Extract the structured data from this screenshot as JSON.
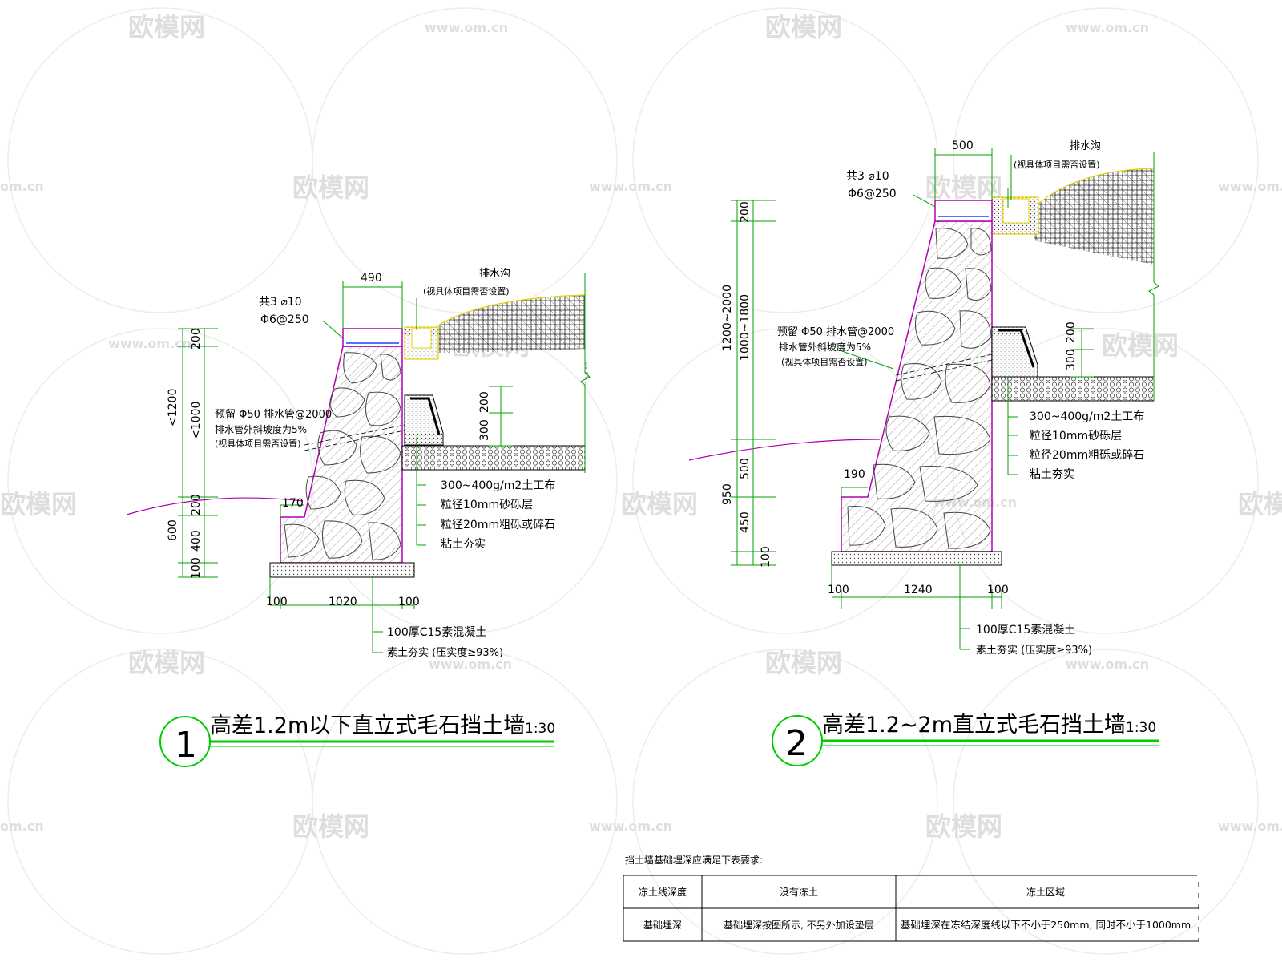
{
  "watermark": {
    "brand": "欧模网",
    "url": "www.om.cn",
    "url_short": "om.cn"
  },
  "colors": {
    "wall_outline": "#b000b0",
    "dim_line": "#00a000",
    "title_underline": "#00cc00",
    "fill_yellow": "#e6d200",
    "ink": "#000000"
  },
  "drawing1": {
    "top_width": "490",
    "rebar_main": "共3 ⌀10",
    "rebar_stirrup": "Φ6@250",
    "drain_ditch": "排水沟",
    "drain_note": "(视具体项目需否设置)",
    "pipe_line1": "预留 Φ50 排水管@2000",
    "pipe_line2": "排水管外斜坡度为5%",
    "pipe_line3": "(视具体项目需否设置)",
    "left_dims": {
      "total_upper": "<1200",
      "mid": "<1000",
      "cap": "200",
      "toe_top": "200",
      "toe": "400",
      "base": "100",
      "below": "600"
    },
    "right_dims": {
      "d200": "200",
      "d300": "300"
    },
    "toe_width": "170",
    "layers": [
      "300~400g/m2土工布",
      "粒径10mm砂砾层",
      "粒径20mm粗砾或碎石",
      "粘土夯实"
    ],
    "bottom_dims": [
      "100",
      "1020",
      "100"
    ],
    "base_notes": [
      "100厚C15素混凝土",
      "素土夯实 (压实度≥93%)"
    ],
    "number": "1",
    "title": "高差1.2m以下直立式毛石挡土墙",
    "scale": "1:30"
  },
  "drawing2": {
    "top_width": "500",
    "rebar_main": "共3 ⌀10",
    "rebar_stirrup": "Φ6@250",
    "drain_ditch": "排水沟",
    "drain_note": "(视具体项目需否设置)",
    "pipe_line1": "预留 Φ50 排水管@2000",
    "pipe_line2": "排水管外斜坡度为5%",
    "pipe_line3": "(视具体项目需否设置)",
    "left_dims": {
      "outer": "1200~2000",
      "inner": "1000~1800",
      "cap": "200",
      "d500": "500",
      "d950": "950",
      "d450": "450",
      "base": "100"
    },
    "right_dims": {
      "d200": "200",
      "d300": "300"
    },
    "toe_width": "190",
    "layers": [
      "300~400g/m2土工布",
      "粒径10mm砂砾层",
      "粒径20mm粗砾或碎石",
      "粘土夯实"
    ],
    "bottom_dims": [
      "100",
      "1240",
      "100"
    ],
    "base_notes": [
      "100厚C15素混凝土",
      "素土夯实 (压实度≥93%)"
    ],
    "number": "2",
    "title": "高差1.2~2m直立式毛石挡土墙",
    "scale": "1:30"
  },
  "table": {
    "caption": "挡土墙基础埋深应满足下表要求:",
    "header": [
      "冻土线深度",
      "没有冻土",
      "冻土区域"
    ],
    "row": [
      "基础埋深",
      "基础埋深按图所示, 不另外加设垫层",
      "基础埋深在冻结深度线以下不小于250mm, 同时不小于1000mm"
    ]
  }
}
